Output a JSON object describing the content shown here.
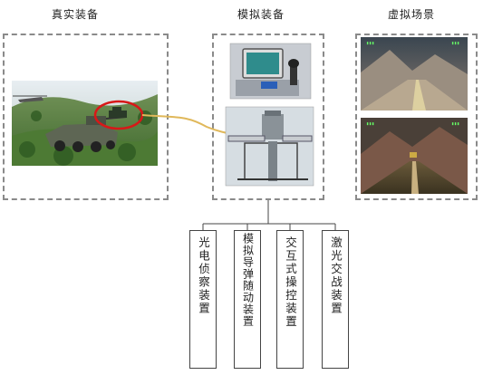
{
  "headings": {
    "real": "真实装备",
    "simulated": "模拟装备",
    "virtual": "虚拟场景"
  },
  "devices": [
    {
      "label": "光电侦察装置"
    },
    {
      "label": "模拟导弹随动装置"
    },
    {
      "label": "交互式操控装置"
    },
    {
      "label": "激光交战装置"
    }
  ],
  "colors": {
    "dash_border": "#8a8a8a",
    "connector": "#e0b85a",
    "highlight": "#d81818"
  }
}
